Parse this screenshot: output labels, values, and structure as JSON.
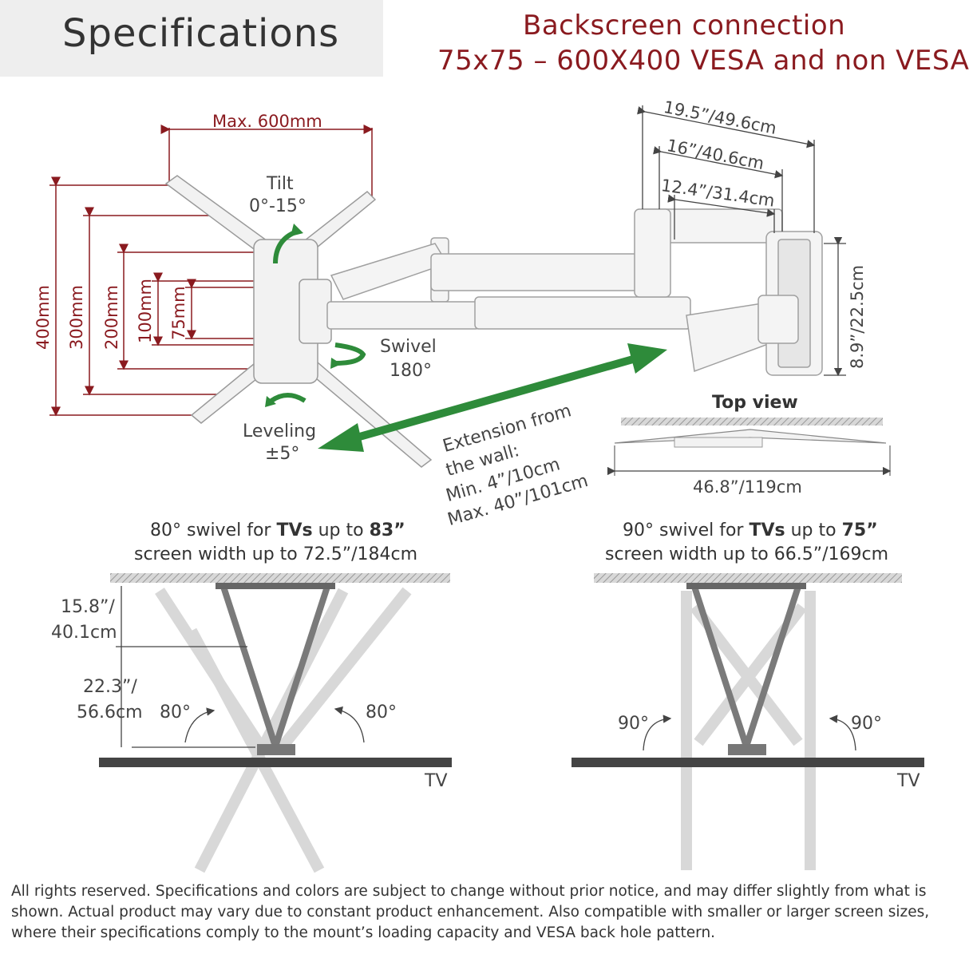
{
  "header": {
    "title": "Specifications",
    "backscreen_line1": "Backscreen connection",
    "backscreen_line2": "75x75 – 600X400 VESA and non VESA"
  },
  "vesa_plate": {
    "max_width": "Max. 600mm",
    "heights": [
      "400mm",
      "300mm",
      "200mm",
      "100mm",
      "75mm"
    ]
  },
  "motions": {
    "tilt_label": "Tilt",
    "tilt_value": "0°-15°",
    "swivel_label": "Swivel",
    "swivel_value": "180°",
    "leveling_label": "Leveling",
    "leveling_value": "±5°"
  },
  "extension": {
    "line1": "Extension from",
    "line2": "the wall:",
    "line3": "Min. 4”/10cm",
    "line4": "Max. 40”/101cm"
  },
  "arm_dims": {
    "width1": "19.5”/49.6cm",
    "width2": "16”/40.6cm",
    "width3": "12.4”/31.4cm",
    "height": "8.9”/22.5cm"
  },
  "top_view": {
    "title": "Top view",
    "width": "46.8”/119cm"
  },
  "swivel_left": {
    "cap1_pre": "80° swivel for ",
    "cap1_b1": "TVs",
    "cap1_mid": " up to ",
    "cap1_b2": "83”",
    "cap2": "screen width up to 72.5”/184cm",
    "dist1_a": "15.8”/",
    "dist1_b": "40.1cm",
    "dist2_a": "22.3”/",
    "dist2_b": "56.6cm",
    "angle_left": "80°",
    "angle_right": "80°",
    "tv": "TV"
  },
  "swivel_right": {
    "cap1_pre": "90° swivel for ",
    "cap1_b1": "TVs",
    "cap1_mid": " up to ",
    "cap1_b2": "75”",
    "cap2": "screen width up to 66.5”/169cm",
    "angle_left": "90°",
    "angle_right": "90°",
    "tv": "TV"
  },
  "disclaimer": "All rights reserved. Specifications and colors are subject to change without prior notice, and may differ slightly from what is shown. Actual product may vary due to constant product enhancement. Also compatible with smaller or larger screen sizes, where their specifications comply to the mount’s loading capacity and VESA back hole pattern.",
  "colors": {
    "dimension_red": "#8a1a1f",
    "arrow_green": "#2e8b3a",
    "arm_grey": "#777777"
  }
}
